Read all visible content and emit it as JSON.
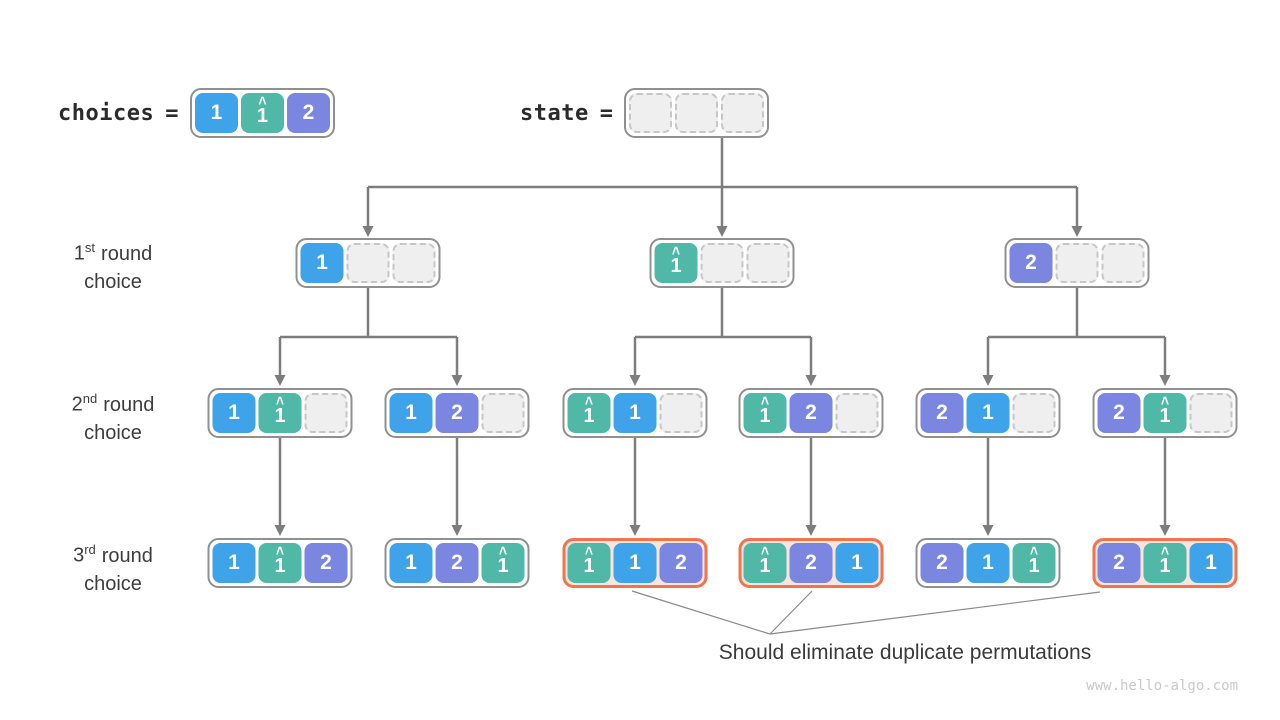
{
  "header": {
    "choices_label": "choices",
    "state_label": "state",
    "equals": "=",
    "choices_cells": [
      {
        "value": "1",
        "color": "blue"
      },
      {
        "value": "1",
        "color": "teal",
        "hat": true
      },
      {
        "value": "2",
        "color": "purple"
      }
    ],
    "state_cells": [
      {
        "empty": true
      },
      {
        "empty": true
      },
      {
        "empty": true
      }
    ]
  },
  "row_labels": [
    {
      "ordinal": "1",
      "suffix": "st",
      "word": "round",
      "line2": "choice"
    },
    {
      "ordinal": "2",
      "suffix": "nd",
      "word": "round",
      "line2": "choice"
    },
    {
      "ordinal": "3",
      "suffix": "rd",
      "word": "round",
      "line2": "choice"
    }
  ],
  "tree": {
    "levels": [
      {
        "name": "round-1",
        "nodes": [
          {
            "cells": [
              {
                "value": "1",
                "color": "blue"
              },
              {
                "empty": true
              },
              {
                "empty": true
              }
            ]
          },
          {
            "cells": [
              {
                "value": "1",
                "color": "teal",
                "hat": true
              },
              {
                "empty": true
              },
              {
                "empty": true
              }
            ]
          },
          {
            "cells": [
              {
                "value": "2",
                "color": "purple"
              },
              {
                "empty": true
              },
              {
                "empty": true
              }
            ]
          }
        ]
      },
      {
        "name": "round-2",
        "nodes": [
          {
            "cells": [
              {
                "value": "1",
                "color": "blue"
              },
              {
                "value": "1",
                "color": "teal",
                "hat": true
              },
              {
                "empty": true
              }
            ]
          },
          {
            "cells": [
              {
                "value": "1",
                "color": "blue"
              },
              {
                "value": "2",
                "color": "purple"
              },
              {
                "empty": true
              }
            ]
          },
          {
            "cells": [
              {
                "value": "1",
                "color": "teal",
                "hat": true
              },
              {
                "value": "1",
                "color": "blue"
              },
              {
                "empty": true
              }
            ]
          },
          {
            "cells": [
              {
                "value": "1",
                "color": "teal",
                "hat": true
              },
              {
                "value": "2",
                "color": "purple"
              },
              {
                "empty": true
              }
            ]
          },
          {
            "cells": [
              {
                "value": "2",
                "color": "purple"
              },
              {
                "value": "1",
                "color": "blue"
              },
              {
                "empty": true
              }
            ]
          },
          {
            "cells": [
              {
                "value": "2",
                "color": "purple"
              },
              {
                "value": "1",
                "color": "teal",
                "hat": true
              },
              {
                "empty": true
              }
            ]
          }
        ]
      },
      {
        "name": "round-3",
        "nodes": [
          {
            "cells": [
              {
                "value": "1",
                "color": "blue"
              },
              {
                "value": "1",
                "color": "teal",
                "hat": true
              },
              {
                "value": "2",
                "color": "purple"
              }
            ]
          },
          {
            "cells": [
              {
                "value": "1",
                "color": "blue"
              },
              {
                "value": "2",
                "color": "purple"
              },
              {
                "value": "1",
                "color": "teal",
                "hat": true
              }
            ]
          },
          {
            "cells": [
              {
                "value": "1",
                "color": "teal",
                "hat": true
              },
              {
                "value": "1",
                "color": "blue"
              },
              {
                "value": "2",
                "color": "purple"
              }
            ],
            "highlighted": true
          },
          {
            "cells": [
              {
                "value": "1",
                "color": "teal",
                "hat": true
              },
              {
                "value": "2",
                "color": "purple"
              },
              {
                "value": "1",
                "color": "blue"
              }
            ],
            "highlighted": true
          },
          {
            "cells": [
              {
                "value": "2",
                "color": "purple"
              },
              {
                "value": "1",
                "color": "blue"
              },
              {
                "value": "1",
                "color": "teal",
                "hat": true
              }
            ]
          },
          {
            "cells": [
              {
                "value": "2",
                "color": "purple"
              },
              {
                "value": "1",
                "color": "teal",
                "hat": true
              },
              {
                "value": "1",
                "color": "blue"
              }
            ],
            "highlighted": true
          }
        ]
      }
    ]
  },
  "annotation": {
    "text": "Should eliminate duplicate permutations"
  },
  "watermark": "www.hello-algo.com",
  "colors": {
    "blue": "#3FA3EA",
    "teal": "#4FB8A6",
    "purple": "#7A86E0",
    "highlight_border": "#F0744D",
    "highlight_bg": "#FBE3DE",
    "connector": "#7D7D7D",
    "thin_line": "#8A8A8A"
  }
}
